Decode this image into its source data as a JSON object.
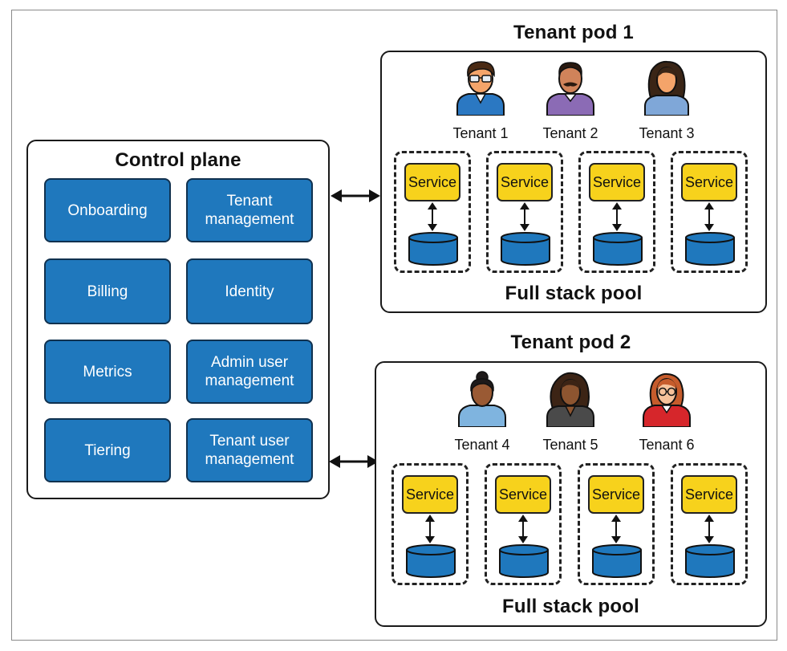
{
  "control_plane": {
    "title": "Control plane",
    "buttons": [
      {
        "label": "Onboarding"
      },
      {
        "label": "Tenant\nmanagement"
      },
      {
        "label": "Billing"
      },
      {
        "label": "Identity"
      },
      {
        "label": "Metrics"
      },
      {
        "label": "Admin user\nmanagement"
      },
      {
        "label": "Tiering"
      },
      {
        "label": "Tenant user\nmanagement"
      }
    ]
  },
  "pods": [
    {
      "title": "Tenant pod 1",
      "pool_label": "Full stack pool",
      "tenants": [
        {
          "label": "Tenant 1",
          "icon": "man-glasses-icon"
        },
        {
          "label": "Tenant 2",
          "icon": "man-mustache-icon"
        },
        {
          "label": "Tenant 3",
          "icon": "woman-long-hair-icon"
        }
      ],
      "services": [
        "Service",
        "Service",
        "Service",
        "Service"
      ]
    },
    {
      "title": "Tenant pod 2",
      "pool_label": "Full stack pool",
      "tenants": [
        {
          "label": "Tenant 4",
          "icon": "woman-bun-icon"
        },
        {
          "label": "Tenant 5",
          "icon": "woman-curly-hair-icon"
        },
        {
          "label": "Tenant 6",
          "icon": "woman-red-hair-icon"
        }
      ],
      "services": [
        "Service",
        "Service",
        "Service",
        "Service"
      ]
    }
  ],
  "colors": {
    "button_blue": "#1f78bd",
    "service_yellow": "#f7d21c",
    "database_blue": "#1f78bd"
  }
}
